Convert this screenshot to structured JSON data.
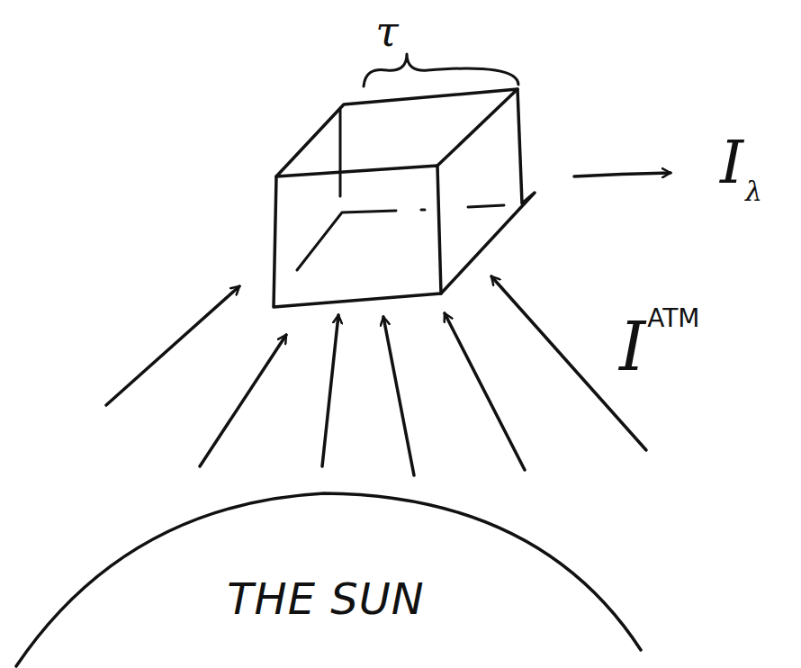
{
  "diagram": {
    "nodes": [
      {
        "text": [
          "THE SUN"
        ]
      }
    ],
    "labels": [
      "τ",
      "I",
      "λ",
      "I",
      "ATM"
    ]
  }
}
